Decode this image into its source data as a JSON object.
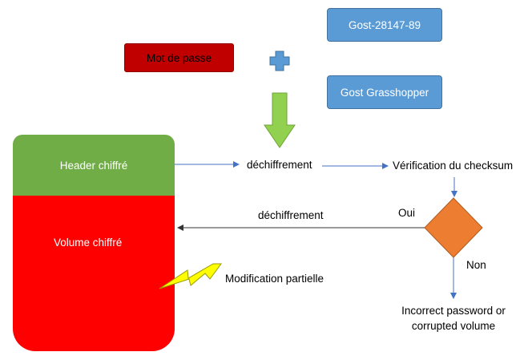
{
  "inputs": {
    "password": "Mot de passe",
    "cipher1": "Gost-28147-89",
    "cipher2": "Gost Grasshopper"
  },
  "volume": {
    "header": "Header chiffré",
    "body": "Volume chiffré"
  },
  "flow": {
    "decrypt1": "déchiffrement",
    "verify": "Vérification du checksum",
    "decrypt2": "déchiffrement",
    "yes": "Oui",
    "no": "Non",
    "result_line1": "Incorrect password or",
    "result_line2": "corrupted volume",
    "modification": "Modification partielle"
  },
  "colors": {
    "password_box": "#c00000",
    "cipher_box": "#5b9bd5",
    "header": "#70ad47",
    "volume": "#ff0000",
    "diamond": "#ed7d31",
    "plus": "#5b9bd5",
    "down_arrow": "#92d050",
    "lightning": "#ffff00",
    "connector": "#4472c4"
  }
}
